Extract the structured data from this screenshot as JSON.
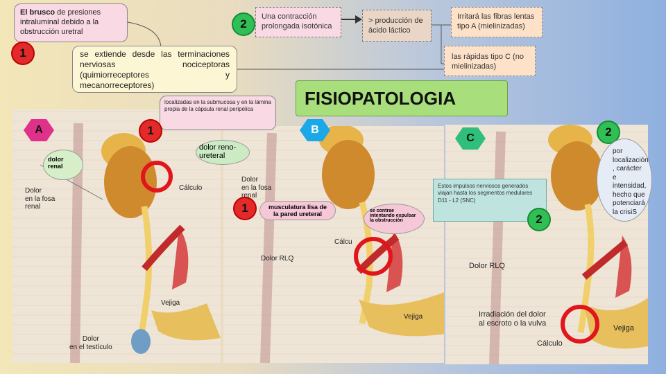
{
  "texts": {
    "brusco_prefix": "El brusco",
    "brusco_rest": "  de presiones intraluminal debido a la obstrucción uretral",
    "extiende": "se extiende desde las terminaciones nerviosas nociceptoras (quimiorreceptores y mecanorreceptores)",
    "contraccion": "Una contracción prolongada isotónica",
    "lactico": "> producción de ácido láctico",
    "lentas": "Irritará las fibras lentas tipo A (mielinizadas)",
    "rapidas": "las rápidas tipo C (no mielinizadas)",
    "title": "FISIOPATOLOGIA",
    "localizadas": "localizadas en la submucosa y en la lámina propia de la cápsula renal peripélica",
    "dolor_reno": "dolor reno-ureteral",
    "dolor_renal_tag": "dolor renal",
    "musculatura": "musculatura lisa de la pared ureteral",
    "contrae": "se contrae intentando expulsar la obstrucción",
    "impulsos": "Estos impulsos nerviosos generados viajan hasta los segmentos medulares D11 - L2 (SNC)",
    "localizacion": "por localización , carácter e intensidad, hecho que potenciará la crisiS"
  },
  "badges": {
    "one": "1",
    "two": "2",
    "A": "A",
    "B": "B",
    "C": "C"
  },
  "figure_labels": {
    "a_dolor_fosa": "Dolor\nen la fosa\nrenal",
    "a_calculo": "Cálculo",
    "a_vejiga": "Vejiga",
    "a_testiculo": "Dolor\nen el testículo",
    "b_dolor_fosa": "Dolor\nen la fosa\nrenal",
    "b_calculo": "Cálcu",
    "b_rlq": "Dolor RLQ",
    "b_vejiga": "Vejiga",
    "c_rlq": "Dolor RLQ",
    "c_irradiacion": "Irradiación del dolor\nal escroto o la vulva",
    "c_vejiga": "Vejiga",
    "c_calculo": "Cálculo"
  },
  "colors": {
    "red_badge": "#e32a2a",
    "green_badge": "#2fbf55",
    "title_bg": "#a8df7c",
    "octagon_magenta": "#e0318a",
    "octagon_blue": "#1aa9e6",
    "octagon_teal": "#2fbf7a",
    "ring_red": "#e0161c"
  }
}
